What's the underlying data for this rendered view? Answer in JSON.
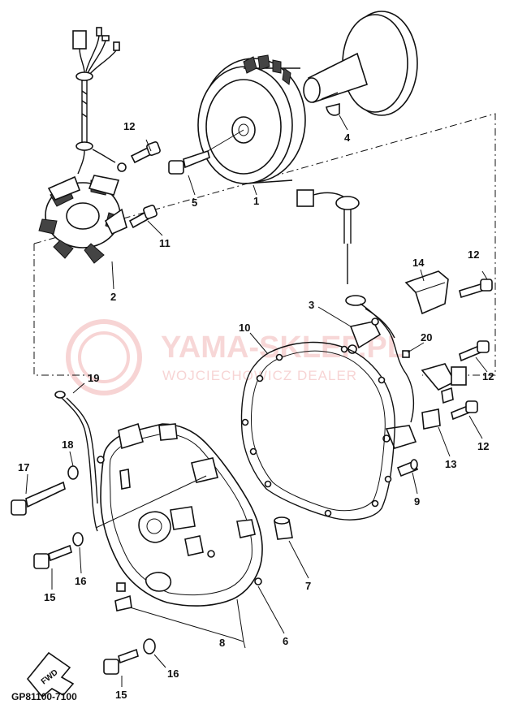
{
  "diagram": {
    "code": "GP81100-7100",
    "watermark": {
      "brand": "YAMA-SKLEP.PL",
      "sub": "WOJCIECHOWICZ DEALER"
    },
    "fwd_label": "FWD",
    "callouts": [
      {
        "id": "c1",
        "label": "1"
      },
      {
        "id": "c2",
        "label": "2"
      },
      {
        "id": "c3",
        "label": "3"
      },
      {
        "id": "c4",
        "label": "4"
      },
      {
        "id": "c5",
        "label": "5"
      },
      {
        "id": "c6",
        "label": "6"
      },
      {
        "id": "c7",
        "label": "7"
      },
      {
        "id": "c8",
        "label": "8"
      },
      {
        "id": "c9",
        "label": "9"
      },
      {
        "id": "c10",
        "label": "10"
      },
      {
        "id": "c11",
        "label": "11"
      },
      {
        "id": "c12a",
        "label": "12"
      },
      {
        "id": "c12b",
        "label": "12"
      },
      {
        "id": "c12c",
        "label": "12"
      },
      {
        "id": "c12d",
        "label": "12"
      },
      {
        "id": "c13",
        "label": "13"
      },
      {
        "id": "c14",
        "label": "14"
      },
      {
        "id": "c15a",
        "label": "15"
      },
      {
        "id": "c15b",
        "label": "15"
      },
      {
        "id": "c16a",
        "label": "16"
      },
      {
        "id": "c16b",
        "label": "16"
      },
      {
        "id": "c17",
        "label": "17"
      },
      {
        "id": "c18",
        "label": "18"
      },
      {
        "id": "c19",
        "label": "19"
      },
      {
        "id": "c20",
        "label": "20"
      }
    ]
  }
}
